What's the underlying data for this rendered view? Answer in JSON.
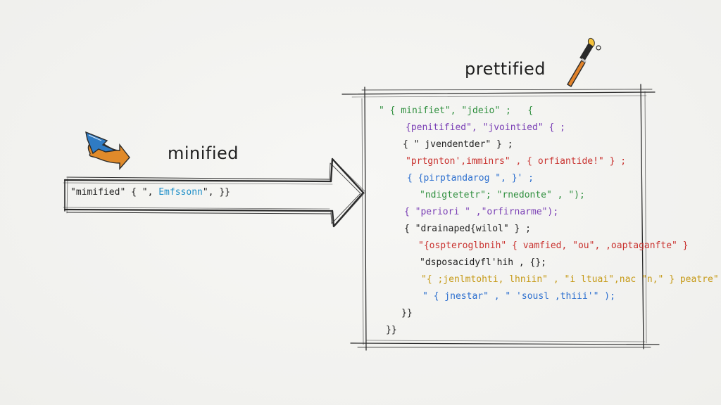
{
  "labels": {
    "minified": "minified",
    "prettified": "prettified"
  },
  "minified_code": {
    "prefix": "\"mimified\" { \", ",
    "highlight": "Emfssonn",
    "suffix": "\", }}"
  },
  "prettified_code": [
    {
      "text": "\" { minifiet\", \"jdeio\" ;   {",
      "color": "#2f8f3e"
    },
    {
      "text": "{penitified\", \"jvointied\" { ;",
      "color": "#7a3fb5"
    },
    {
      "text": "{ \" jvendentder\" } ;",
      "color": "#222222"
    },
    {
      "text": "\"prtgnton',imminrs\" , { orfiantide!\" } ;",
      "color": "#c9322f"
    },
    {
      "text": "{ {pirptandarog \", }' ;",
      "color": "#2c6fcf"
    },
    {
      "text": "\"ndigtetetr\"; \"rnedonte\" , \");",
      "color": "#2f8f3e"
    },
    {
      "text": "{ \"periori \" ,\"orfirnarme\");",
      "color": "#7a3fb5"
    },
    {
      "text": "{ \"drainaped{wilol\" } ;",
      "color": "#222222"
    },
    {
      "text": "\"{ospteroglbnih\" { vamfied, \"ou\", ,oaptaganfte\" }",
      "color": "#c9322f"
    },
    {
      "text": "\"dsposacidyfl'hih , {};",
      "color": "#222222"
    },
    {
      "text": "\"{ ;jenlmtohti, lhniin\" , \"i ltuai\",nac \"n,\" } peatre\" }",
      "color": "#c69a17"
    },
    {
      "text": "\" { jnestar\" , \" 'sousl ,thiii'\" );",
      "color": "#2c6fcf"
    },
    {
      "text": "}}",
      "color": "#222222"
    },
    {
      "text": "}}",
      "color": "#222222"
    }
  ],
  "colors": {
    "stroke": "#2b2b2b",
    "icon_blue": "#2f7bc4",
    "icon_orange": "#e08a2a",
    "brush_handle": "#e2832b",
    "brush_tip": "#2a2a2a",
    "flame_yellow": "#f5c23b"
  },
  "icons": {
    "minified_icon": "twisted-arrow-icon",
    "prettified_icon": "paintbrush-icon"
  }
}
